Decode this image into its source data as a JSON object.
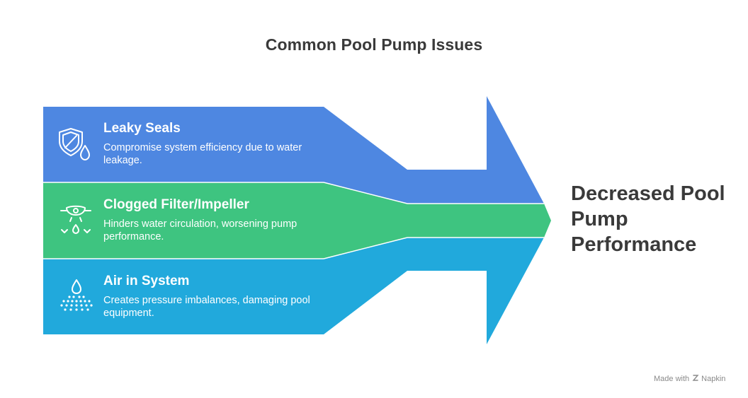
{
  "title": "Common Pool Pump Issues",
  "colors": {
    "blue": "#4E87E1",
    "green": "#3EC480",
    "cyan": "#21A9DC",
    "text_dark": "#3a3a3a"
  },
  "issues": [
    {
      "heading": "Leaky Seals",
      "description": "Compromise system efficiency due to water leakage.",
      "icon": "shield-water-drop-icon"
    },
    {
      "heading": "Clogged Filter/Impeller",
      "description": "Hinders water circulation, worsening pump performance.",
      "icon": "clogged-filter-icon"
    },
    {
      "heading": "Air in System",
      "description": "Creates pressure imbalances, damaging pool equipment.",
      "icon": "air-bubbles-drop-icon"
    }
  ],
  "outcome": "Decreased Pool Pump Performance",
  "footer": {
    "made_with": "Made with",
    "brand": "Napkin"
  }
}
